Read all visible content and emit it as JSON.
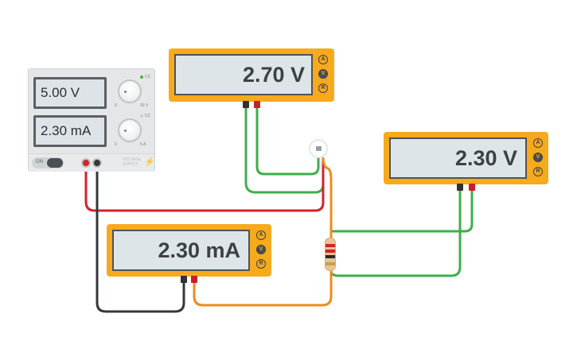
{
  "power_supply": {
    "voltage_display": "5.00 V",
    "current_display": "2.30 mA",
    "cv_label": "CC",
    "cc_label": "CC",
    "voltage_knob_min": "0",
    "voltage_knob_max": "30 V",
    "current_knob_min": "0",
    "current_knob_max": "5 A",
    "switch_label": "ON",
    "brand_line1": "VOLTAGE",
    "brand_line2": "SUPPLY"
  },
  "meters": [
    {
      "id": "voltmeter-bulb",
      "reading": "2.70 V",
      "modes": [
        "A",
        "V",
        "R"
      ],
      "active_mode": "V"
    },
    {
      "id": "voltmeter-resistor",
      "reading": "2.30 V",
      "modes": [
        "A",
        "V",
        "R"
      ],
      "active_mode": "V"
    },
    {
      "id": "ammeter",
      "reading": "2.30 mA",
      "modes": [
        "A",
        "V",
        "R"
      ],
      "active_mode": "V"
    }
  ],
  "colors": {
    "meter_body": "#f6aa1c",
    "wire_red": "#d2232a",
    "wire_black": "#35383b",
    "wire_green": "#3fae4a",
    "wire_orange": "#f08a1c"
  },
  "resistor_bands": [
    "#d4232a",
    "#d4232a",
    "#2a2a2a",
    "#caa04a"
  ]
}
